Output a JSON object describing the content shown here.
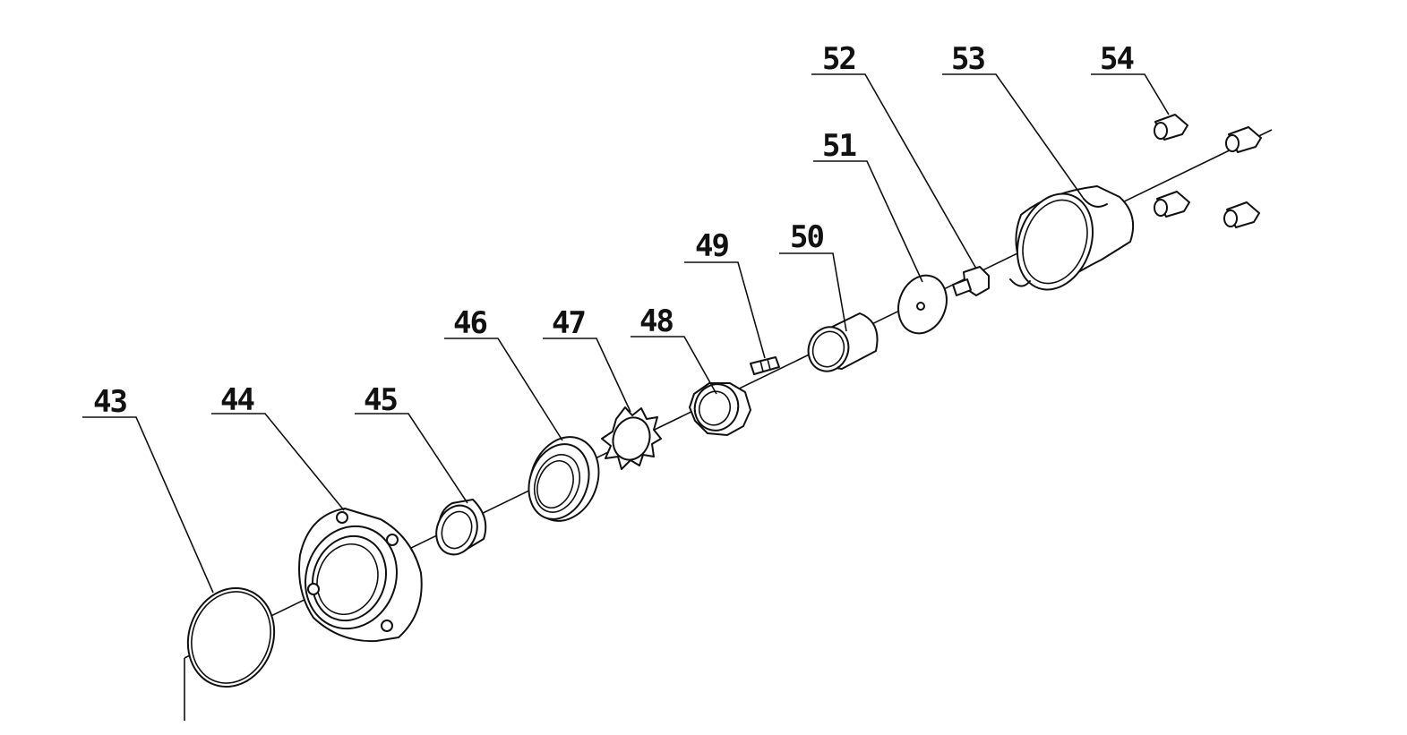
{
  "diagram": {
    "callouts": [
      {
        "id": "c43",
        "label": "43"
      },
      {
        "id": "c44",
        "label": "44"
      },
      {
        "id": "c45",
        "label": "45"
      },
      {
        "id": "c46",
        "label": "46"
      },
      {
        "id": "c47",
        "label": "47"
      },
      {
        "id": "c48",
        "label": "48"
      },
      {
        "id": "c49",
        "label": "49"
      },
      {
        "id": "c50",
        "label": "50"
      },
      {
        "id": "c51",
        "label": "51"
      },
      {
        "id": "c52",
        "label": "52"
      },
      {
        "id": "c53",
        "label": "53"
      },
      {
        "id": "c54",
        "label": "54"
      }
    ]
  }
}
